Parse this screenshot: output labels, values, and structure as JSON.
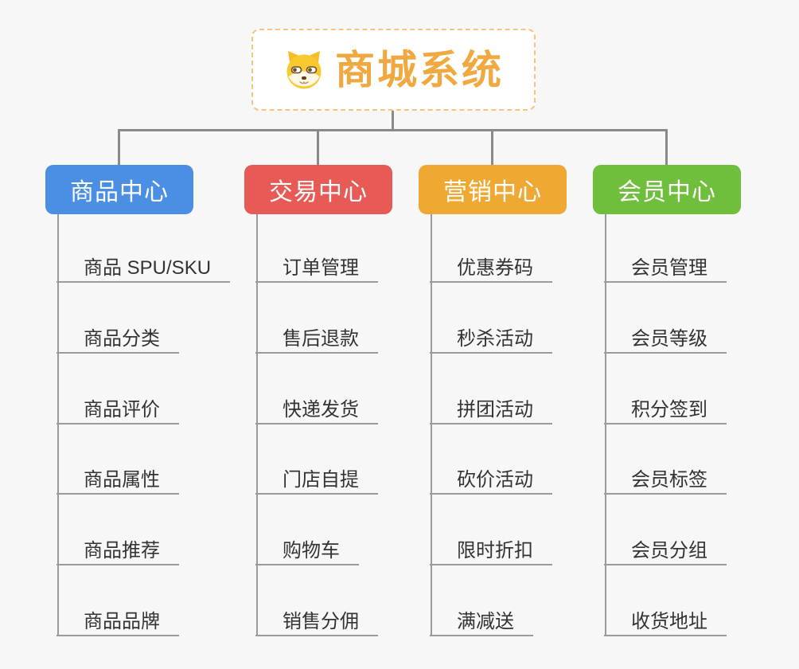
{
  "palette": {
    "background": "#f7f7f7",
    "connector_line": "#8a8a8a",
    "child_line": "#9b9b9b",
    "child_text": "#333333"
  },
  "root": {
    "title": "商城系统",
    "icon": "dog-face-icon",
    "title_color": "#f0a840",
    "border_color": "#f6c57d"
  },
  "branches": [
    {
      "label": "商品中心",
      "color": "#4a8fe3",
      "children": [
        "商品 SPU/SKU",
        "商品分类",
        "商品评价",
        "商品属性",
        "商品推荐",
        "商品品牌"
      ]
    },
    {
      "label": "交易中心",
      "color": "#e75a55",
      "children": [
        "订单管理",
        "售后退款",
        "快递发货",
        "门店自提",
        "购物车",
        "销售分佣"
      ]
    },
    {
      "label": "营销中心",
      "color": "#efa933",
      "children": [
        "优惠券码",
        "秒杀活动",
        "拼团活动",
        "砍价活动",
        "限时折扣",
        "满减送"
      ]
    },
    {
      "label": "会员中心",
      "color": "#6fbe3c",
      "children": [
        "会员管理",
        "会员等级",
        "积分签到",
        "会员标签",
        "会员分组",
        "收货地址"
      ]
    }
  ]
}
